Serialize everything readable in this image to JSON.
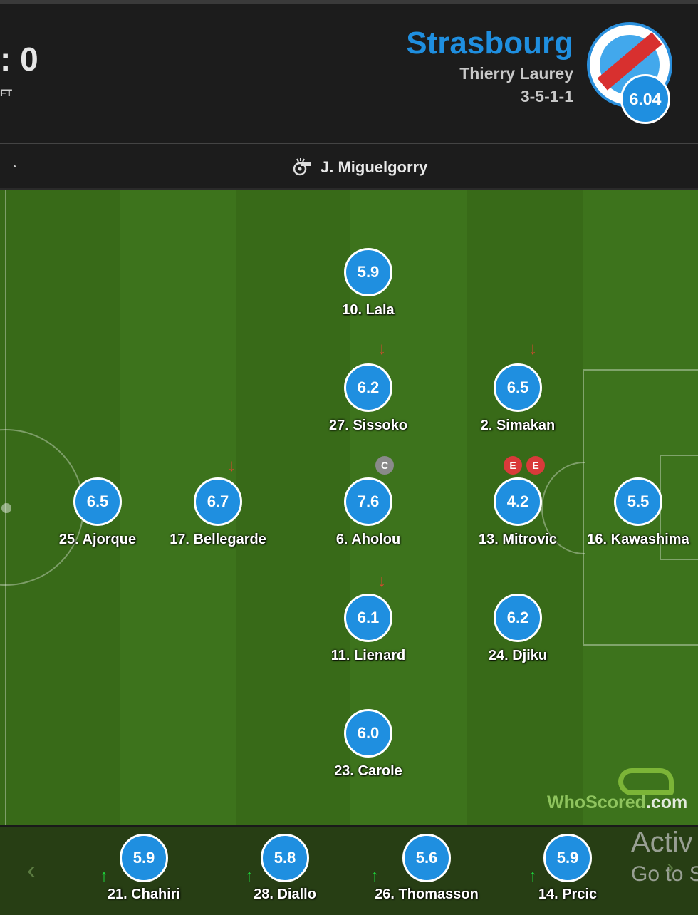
{
  "header": {
    "score": ": 0",
    "status": "FT",
    "team_name": "Strasbourg",
    "manager": "Thierry Laurey",
    "formation": "3-5-1-1",
    "team_rating": "6.04",
    "colors": {
      "team_blue": "#1f8fe0",
      "pitch_green": "#3a6d1a"
    }
  },
  "referee": {
    "icon": "whistle-icon",
    "name": "J. Miguelgorry"
  },
  "pitch": {
    "players": [
      {
        "number_name": "10. Lala",
        "rating": "5.9",
        "subbed_off": false
      },
      {
        "number_name": "27. Sissoko",
        "rating": "6.2",
        "subbed_off": true
      },
      {
        "number_name": "2. Simakan",
        "rating": "6.5",
        "subbed_off": true
      },
      {
        "number_name": "25. Ajorque",
        "rating": "6.5",
        "subbed_off": false
      },
      {
        "number_name": "17. Bellegarde",
        "rating": "6.7",
        "subbed_off": true
      },
      {
        "number_name": "6. Aholou",
        "rating": "7.6",
        "subbed_off": false,
        "captain": "C"
      },
      {
        "number_name": "13. Mitrovic",
        "rating": "4.2",
        "subbed_off": false,
        "events": [
          "E",
          "E"
        ]
      },
      {
        "number_name": "16. Kawashima",
        "rating": "5.5",
        "subbed_off": false
      },
      {
        "number_name": "11. Lienard",
        "rating": "6.1",
        "subbed_off": true
      },
      {
        "number_name": "24. Djiku",
        "rating": "6.2",
        "subbed_off": false
      },
      {
        "number_name": "23. Carole",
        "rating": "6.0",
        "subbed_off": false
      }
    ],
    "watermark": {
      "brand": "WhoScored",
      "suffix": ".com"
    }
  },
  "bench": {
    "players": [
      {
        "number_name": "21. Chahiri",
        "rating": "5.9"
      },
      {
        "number_name": "28. Diallo",
        "rating": "5.8"
      },
      {
        "number_name": "26. Thomasson",
        "rating": "5.6"
      },
      {
        "number_name": "14. Prcic",
        "rating": "5.9"
      }
    ],
    "prev_icon": "‹",
    "next_icon": "›",
    "activate_line1": "Activ",
    "activate_line2": "Go to S"
  }
}
